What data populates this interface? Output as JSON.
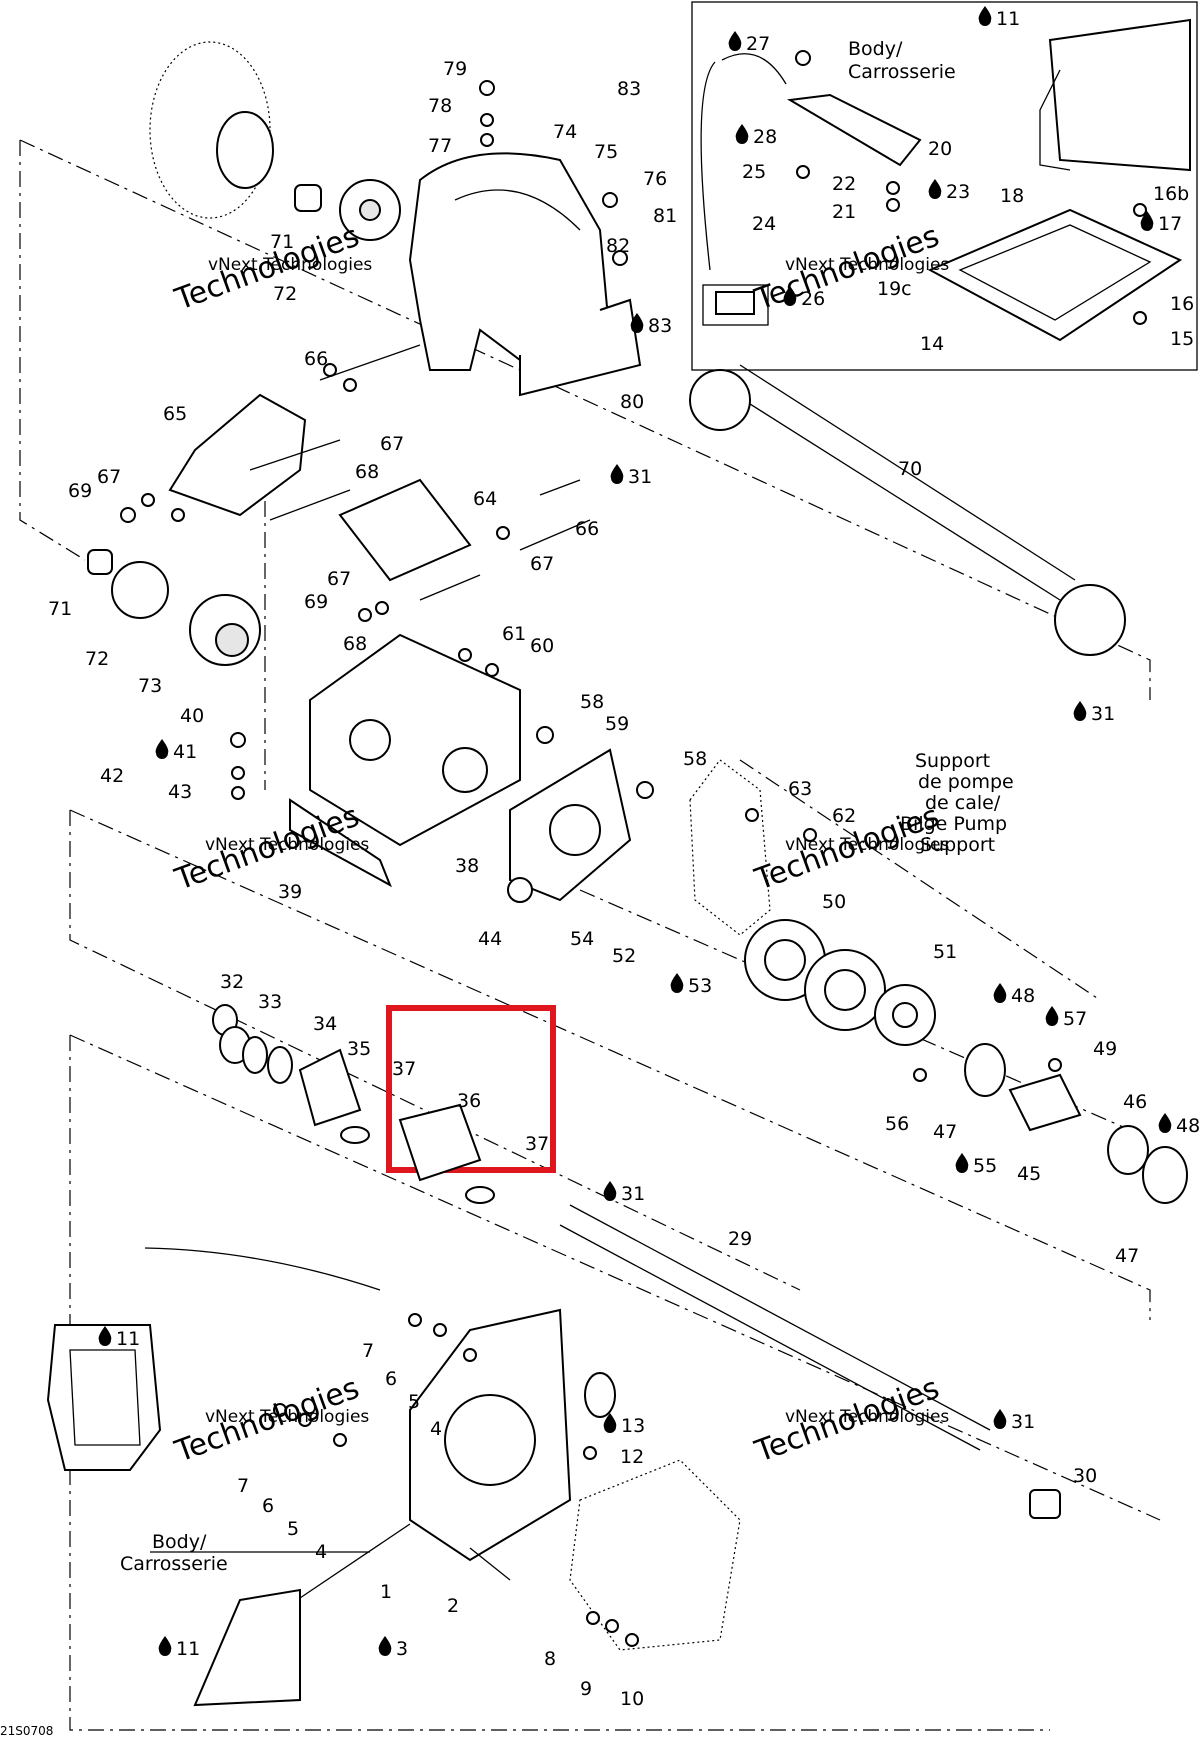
{
  "diagram": {
    "drawing_code": "21S0708",
    "watermark": {
      "line1": "vNext Technologies",
      "line2": "Technologies"
    },
    "notes": {
      "body_top": [
        "Body/",
        "Carrosserie"
      ],
      "body_bottom": [
        "Body/",
        "Carrosserie"
      ],
      "bilge": [
        "Support",
        "de pompe",
        "de cale/",
        "Bilge Pump",
        "Support"
      ]
    },
    "labels": [
      "1",
      "2",
      "3",
      "4",
      "5",
      "6",
      "7",
      "8",
      "9",
      "10",
      "11",
      "12",
      "13",
      "14",
      "15",
      "16",
      "16b",
      "17",
      "18",
      "19c",
      "20",
      "21",
      "22",
      "23",
      "24",
      "25",
      "26",
      "27",
      "28",
      "29",
      "30",
      "31",
      "32",
      "33",
      "34",
      "35",
      "36",
      "37",
      "38",
      "39",
      "40",
      "41",
      "42",
      "43",
      "44",
      "45",
      "46",
      "47",
      "48",
      "49",
      "50",
      "51",
      "52",
      "53",
      "54",
      "55",
      "56",
      "57",
      "58",
      "59",
      "60",
      "61",
      "62",
      "63",
      "64",
      "65",
      "66",
      "67",
      "68",
      "69",
      "70",
      "71",
      "72",
      "73",
      "74",
      "75",
      "76",
      "77",
      "78",
      "79",
      "80",
      "81",
      "82",
      "83"
    ],
    "highlight": {
      "label": "36",
      "color": "#e0161f"
    }
  }
}
